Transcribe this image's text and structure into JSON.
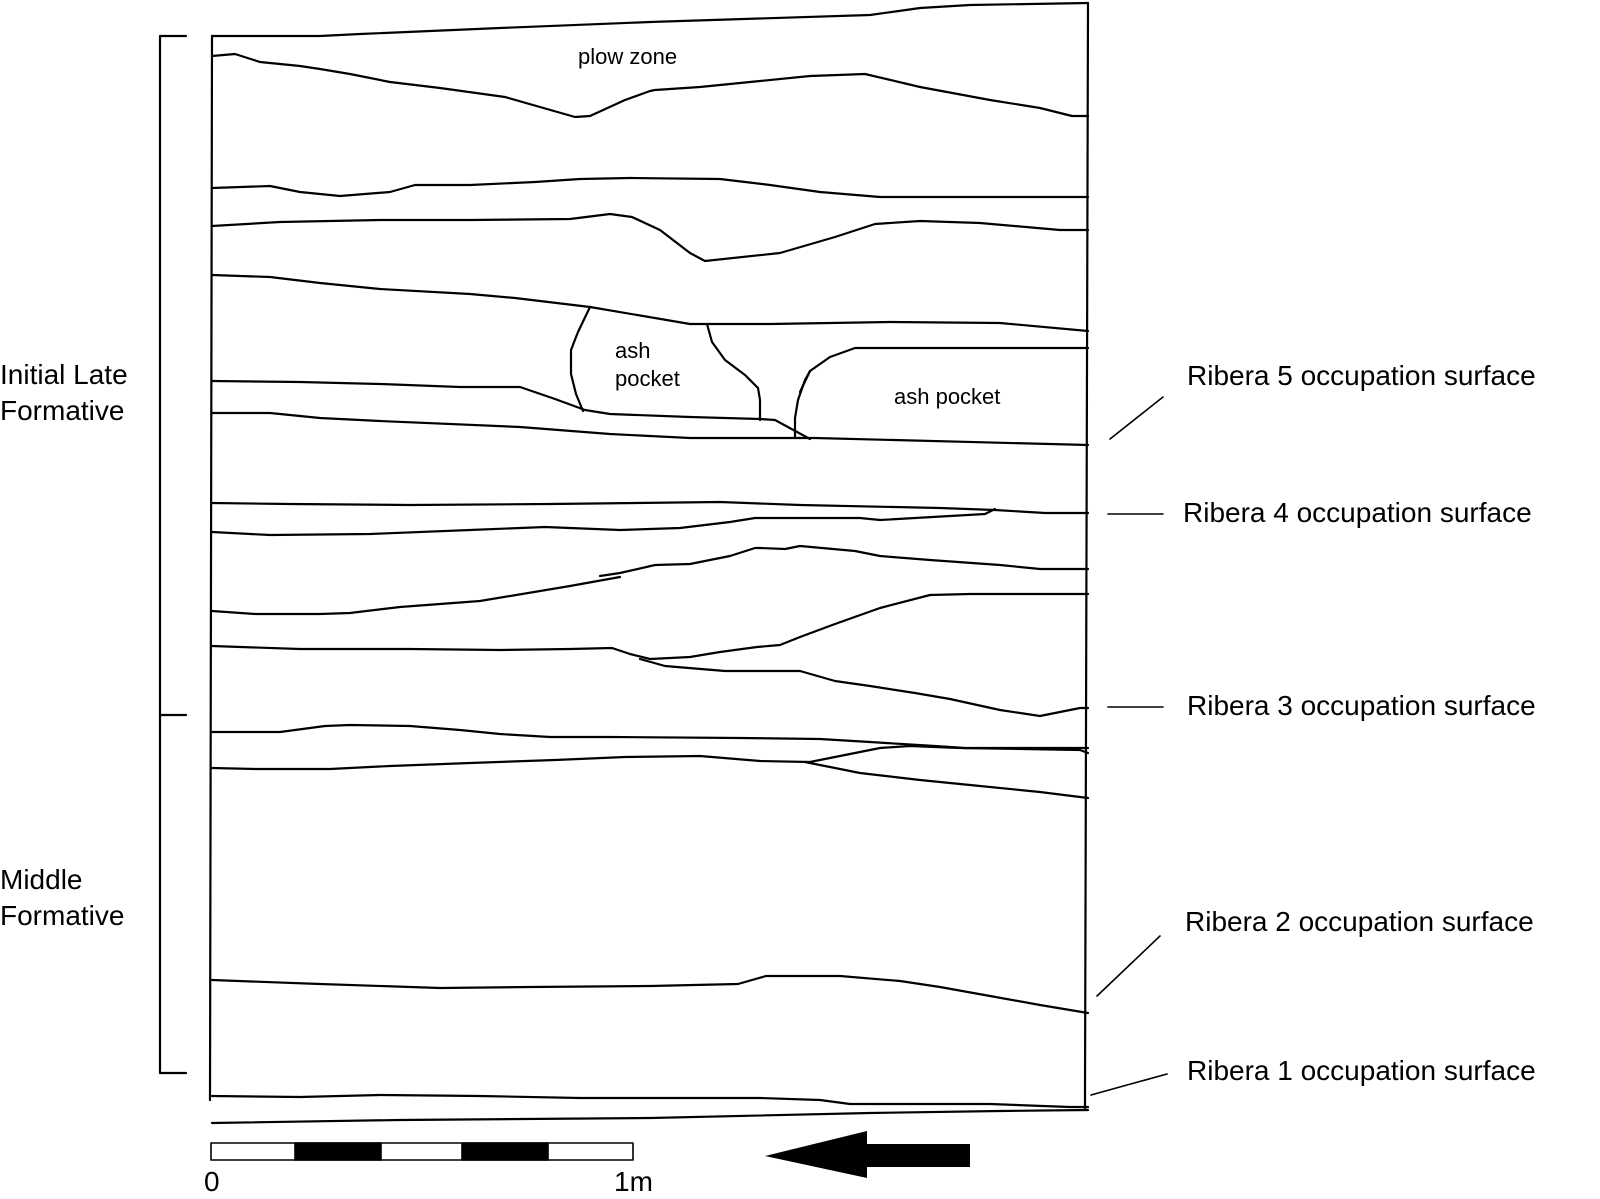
{
  "figure": {
    "type": "stratigraphic profile",
    "periods": [
      {
        "line1": "Initial Late",
        "line2": "Formative"
      },
      {
        "line1": "Middle",
        "line2": "Formative"
      }
    ],
    "zone_labels": {
      "plow_zone": "plow zone",
      "ash_pocket_left_1": "ash",
      "ash_pocket_left_2": "pocket",
      "ash_pocket_right": "ash pocket"
    },
    "surfaces": [
      "Ribera 5 occupation surface",
      "Ribera 4 occupation surface",
      "Ribera 3 occupation surface",
      "Ribera 2 occupation surface",
      "Ribera 1 occupation surface"
    ],
    "scale": {
      "start_label": "0",
      "end_label": "1m",
      "segments": 5
    },
    "arrow": {
      "direction": "left",
      "meaning": "direction indicator"
    },
    "colors": {
      "line": "#000000",
      "background": "#ffffff"
    }
  }
}
